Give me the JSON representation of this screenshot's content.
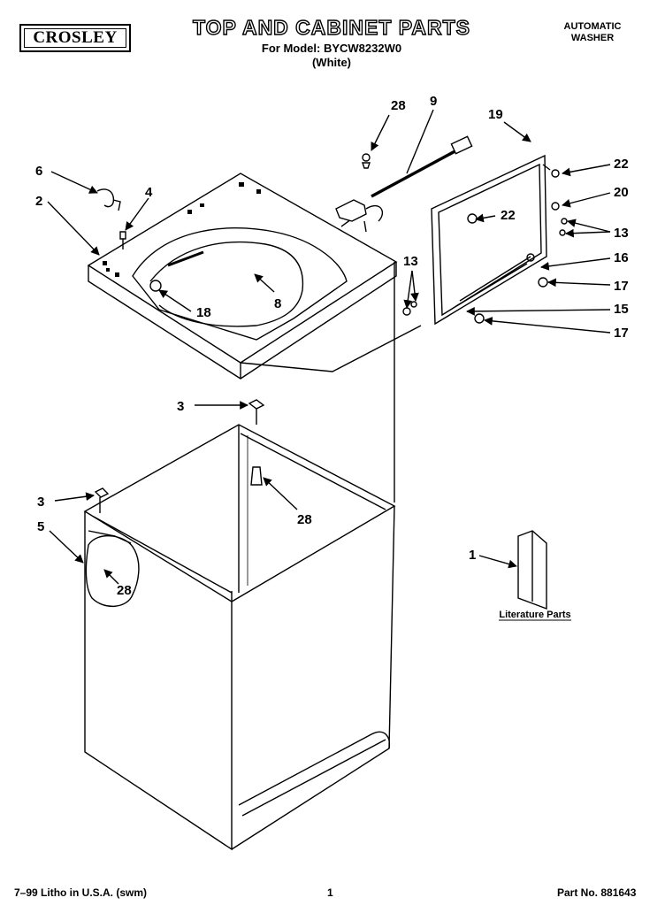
{
  "header": {
    "brand": "CROSLEY",
    "title": "TOP AND CABINET PARTS",
    "model_line": "For Model: BYCW8232W0",
    "color_line": "(White)",
    "product_line1": "AUTOMATIC",
    "product_line2": "WASHER"
  },
  "callouts": {
    "c1": "1",
    "c2": "2",
    "c3a": "3",
    "c3b": "3",
    "c4": "4",
    "c5": "5",
    "c6": "6",
    "c8": "8",
    "c9": "9",
    "c13a": "13",
    "c13b": "13",
    "c15": "15",
    "c16": "16",
    "c17a": "17",
    "c17b": "17",
    "c18": "18",
    "c19": "19",
    "c20": "20",
    "c22a": "22",
    "c22b": "22",
    "c28a": "28",
    "c28b": "28",
    "c28c": "28"
  },
  "literature_label": "Literature Parts",
  "footer": {
    "left": "7–99 Litho in U.S.A. (swm)",
    "page": "1",
    "part_no": "Part No. 881643"
  }
}
